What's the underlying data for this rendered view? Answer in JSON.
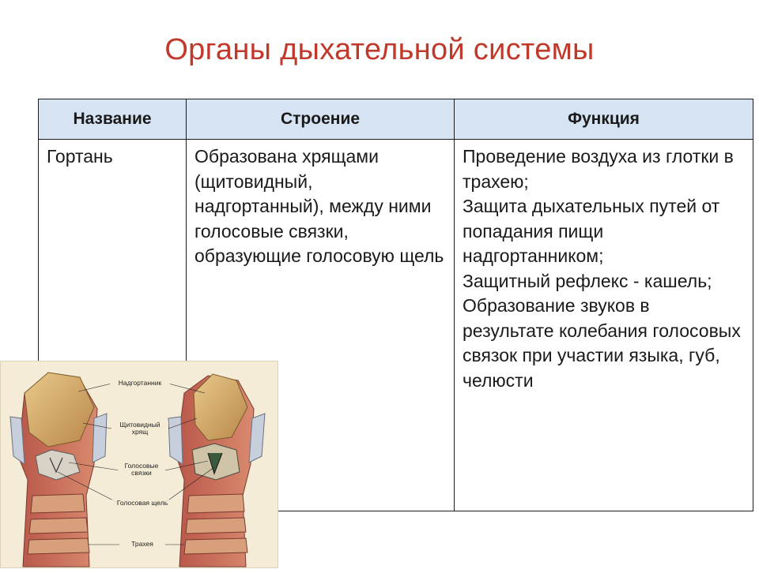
{
  "title": "Органы дыхательной системы",
  "table": {
    "headers": [
      "Название",
      "Строение",
      "Функция"
    ],
    "rows": [
      {
        "name": "Гортань",
        "structure": "Образована хрящами (щитовидный, надгортанный), между ними голосовые связки, образующие голосовую щель",
        "function": [
          "Проведение воздуха из глотки в трахею;",
          "Защита дыхательных путей от попадания пищи надгортанником;",
          "Защитный рефлекс - кашель;",
          "Образование звуков в результате колебания голосовых связок при участии языка, губ, челюсти"
        ]
      }
    ]
  },
  "figure": {
    "labels": {
      "epiglottis": "Надгортанник",
      "thyroid_line1": "Щитовидный",
      "thyroid_line2": "хрящ",
      "cords_line1": "Голосовые",
      "cords_line2": "связки",
      "glottis": "Голосовая щель",
      "trachea": "Трахея"
    }
  }
}
